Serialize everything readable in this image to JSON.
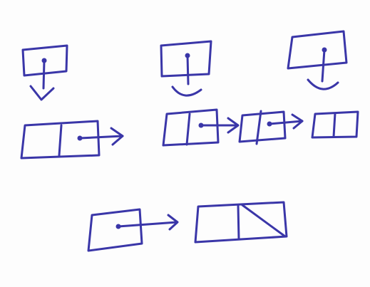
{
  "ink_color": "#3a36a8",
  "paper_color": "#fdfdfd",
  "diagram": {
    "kind": "hand-drawn linked-list pointer sketch",
    "groups": [
      {
        "id": "single-node",
        "pointer_boxes": 1,
        "nodes": [
          {
            "cells": 2,
            "next": "pointer-arrow"
          }
        ]
      },
      {
        "id": "list-two-nodes",
        "pointer_boxes": 2,
        "nodes": [
          {
            "cells": 2,
            "next": "arrow"
          },
          {
            "cells": 2,
            "next": "arrow"
          },
          {
            "cells": 2,
            "next": "none"
          }
        ]
      },
      {
        "id": "null-pointer",
        "pointer_boxes": 1,
        "nodes": [
          {
            "cells": 2,
            "next": "null-slash"
          }
        ]
      }
    ]
  }
}
